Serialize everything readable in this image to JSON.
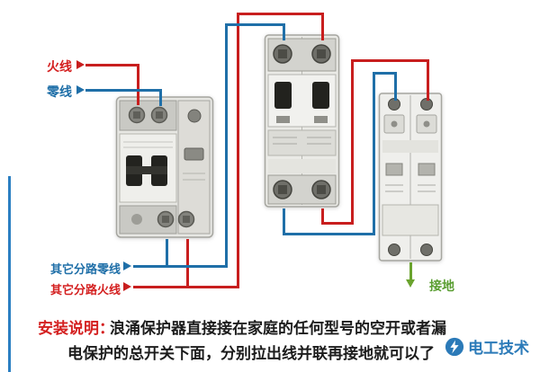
{
  "diagram": {
    "input_labels": {
      "live": "火线",
      "neutral": "零线"
    },
    "branch_labels": {
      "neutral": "其它分路零线",
      "live": "其它分路火线"
    },
    "ground_label": "接地",
    "note": {
      "title": "安装说明：",
      "line1": "浪涌保护器直接接在家庭的任何型号的空开或者漏",
      "line2": "电保护的总开关下面，分别拉出线并联再接地就可以了"
    },
    "watermark": {
      "text": "电工技术"
    },
    "colors": {
      "live_wire": "#c81e1e",
      "neutral_wire": "#1f6fa8",
      "ground_wire": "#6aa32e",
      "note_title": "#d42020",
      "watermark_text": "#2b7ab8",
      "accent_bar": "#2b7fc2"
    }
  }
}
